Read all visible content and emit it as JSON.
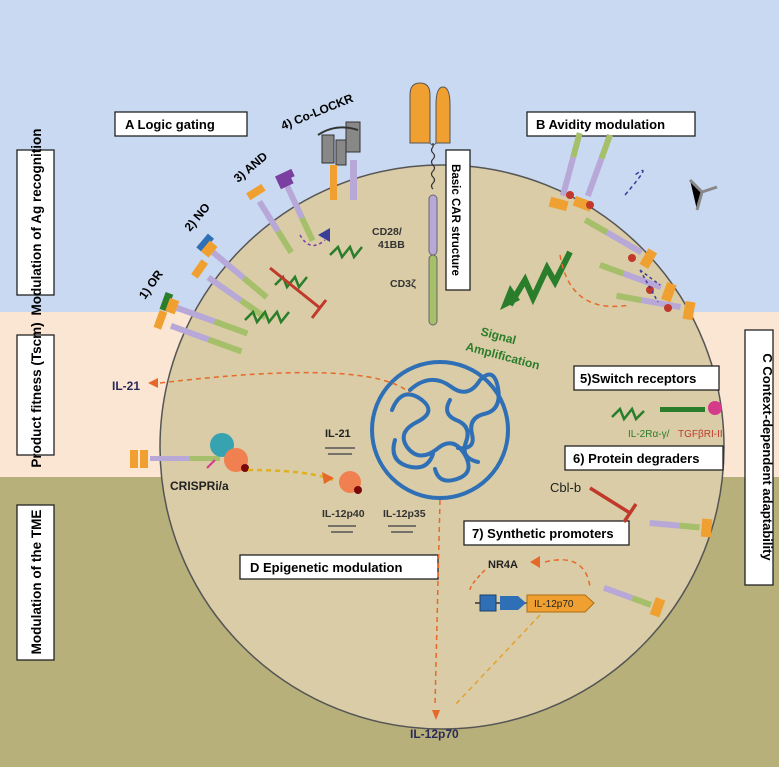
{
  "colors": {
    "band_top": "#c9d9f1",
    "band_mid": "#fbe5d3",
    "band_bottom": "#b8b07a",
    "cell_fill": "#d9cca6",
    "cell_stroke": "#555555",
    "nucleus": "#2f6fb6",
    "signal_green": "#2a7d2a",
    "inhibit_red": "#c0392b",
    "arrow_orange": "#e6692a",
    "receptor_orange": "#f0a030",
    "cd_purple": "#b8a8d8",
    "cd_green": "#a5bf6a"
  },
  "side_labels": {
    "ag": "Modulation of Ag recognition",
    "fitness": "Product fitness (Tscm)",
    "tme": "Modulation of the TME",
    "context": "C  Context-dependent adaptability"
  },
  "sections": {
    "logic": "A   Logic gating",
    "avidity": "B  Avidity modulation",
    "epigenetic": "D   Epigenetic modulation",
    "switch": "5)Switch receptors",
    "degraders": "6) Protein degraders",
    "promoters": "7) Synthetic promoters"
  },
  "receptors": {
    "or": "1) OR",
    "no": "2) NO",
    "and": "3) AND",
    "colockr": "4) Co-LOCKR"
  },
  "car": {
    "title": "Basic CAR structure",
    "cd28": "CD28/",
    "bb41": "41BB",
    "cd3z": "CD3ζ"
  },
  "labels": {
    "signal_amp_1": "Signal",
    "signal_amp_2": "Amplification",
    "il21_out": "IL-21",
    "il21_in": "IL-21",
    "crispr": "CRISPRi/a",
    "il12p40": "IL-12p40",
    "il12p35": "IL-12p35",
    "il2ra": "IL-2Rα-γ/",
    "tgfb": "TGFβRI-II",
    "cblb": "Cbl-b",
    "nr4a": "NR4A",
    "il12p70_gene": "IL-12p70",
    "il12p70_out": "IL-12p70"
  }
}
